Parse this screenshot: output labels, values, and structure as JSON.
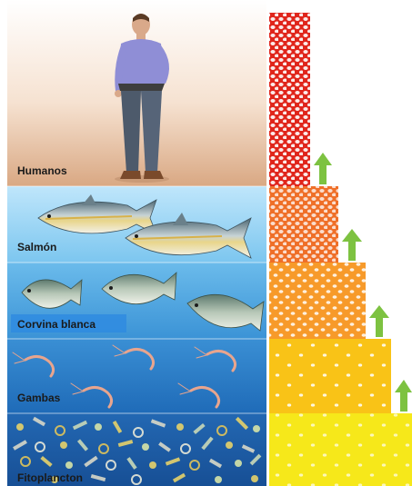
{
  "levels": [
    {
      "label": "Humanos"
    },
    {
      "label": "Salmón"
    },
    {
      "label": "Corvina blanca"
    },
    {
      "label": "Gambas"
    },
    {
      "label": "Fitoplancton"
    }
  ],
  "colors": {
    "humanos_band": "#e8c3a3",
    "salmon_band": "#9fd8f6",
    "corvina_band": "#5fb0e3",
    "gambas_band": "#2f7fc7",
    "fitoplancton_band": "#1f5ea8",
    "column_top": "#e0251b",
    "column_upper": "#ef6f28",
    "column_mid": "#f79a2a",
    "column_low": "#f9c317",
    "column_base": "#f6e81a",
    "arrow": "#7dc241"
  },
  "icons": [
    "human-figure",
    "salmon-icon",
    "croaker-icon",
    "shrimp-icon",
    "plankton-icon",
    "up-arrow-icon"
  ]
}
